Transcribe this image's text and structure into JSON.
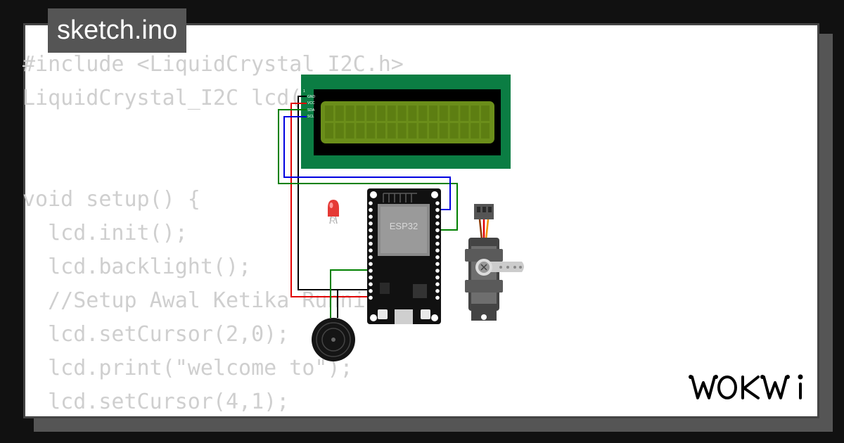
{
  "header": {
    "title": "sketch.ino"
  },
  "code_lines": [
    "#include <LiquidCrystal_I2C.h>",
    "LiquidCrystal_I2C lcd(0x27, 16, 2);",
    "",
    "",
    "void setup() {",
    "  lcd.init();",
    "  lcd.backlight();",
    "  //Setup Awal Ketika Running",
    "  lcd.setCursor(2,0);",
    "  lcd.print(\"welcome to\");",
    "  lcd.setCursor(4,1);"
  ],
  "circuit": {
    "lcd_pins": [
      "GND",
      "VCC",
      "SDA",
      "SCL"
    ],
    "esp32_label": "ESP32",
    "led_label": "R"
  },
  "brand": {
    "name": "WOKWI"
  },
  "colors": {
    "background": "#111111",
    "card": "#ffffff",
    "code_text": "#cfcfcf",
    "title_bg": "#555555",
    "lcd_board": "#0b7d43",
    "lcd_screen": "#6b8e1a",
    "wire_gnd": "#000000",
    "wire_vcc": "#e00000",
    "wire_sda": "#008000",
    "wire_scl": "#0000e0"
  }
}
